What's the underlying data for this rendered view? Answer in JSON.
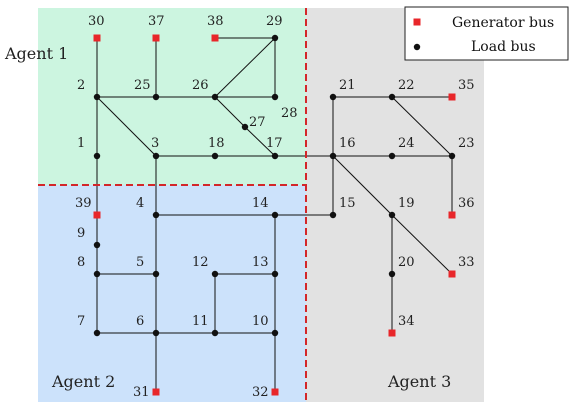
{
  "regions": [
    {
      "id": "agent1",
      "label": "Agent 1",
      "color": "#ccf5e0"
    },
    {
      "id": "agent2",
      "label": "Agent 2",
      "color": "#cce2fb"
    },
    {
      "id": "agent3",
      "label": "Agent 3",
      "color": "#e2e2e2"
    }
  ],
  "legend": [
    {
      "label": "Generator bus",
      "color": "#e8262a",
      "shape": "square"
    },
    {
      "label": "Load bus",
      "color": "#111111",
      "shape": "circle"
    }
  ],
  "buses": [
    {
      "id": "1",
      "type": "load"
    },
    {
      "id": "2",
      "type": "load"
    },
    {
      "id": "3",
      "type": "load"
    },
    {
      "id": "4",
      "type": "load"
    },
    {
      "id": "5",
      "type": "load"
    },
    {
      "id": "6",
      "type": "load"
    },
    {
      "id": "7",
      "type": "load"
    },
    {
      "id": "8",
      "type": "load"
    },
    {
      "id": "9",
      "type": "load"
    },
    {
      "id": "10",
      "type": "load"
    },
    {
      "id": "11",
      "type": "load"
    },
    {
      "id": "12",
      "type": "load"
    },
    {
      "id": "13",
      "type": "load"
    },
    {
      "id": "14",
      "type": "load"
    },
    {
      "id": "15",
      "type": "load"
    },
    {
      "id": "16",
      "type": "load"
    },
    {
      "id": "17",
      "type": "load"
    },
    {
      "id": "18",
      "type": "load"
    },
    {
      "id": "19",
      "type": "load"
    },
    {
      "id": "20",
      "type": "load"
    },
    {
      "id": "21",
      "type": "load"
    },
    {
      "id": "22",
      "type": "load"
    },
    {
      "id": "23",
      "type": "load"
    },
    {
      "id": "24",
      "type": "load"
    },
    {
      "id": "25",
      "type": "load"
    },
    {
      "id": "26",
      "type": "load"
    },
    {
      "id": "27",
      "type": "load"
    },
    {
      "id": "28",
      "type": "load"
    },
    {
      "id": "29",
      "type": "load"
    },
    {
      "id": "30",
      "type": "generator"
    },
    {
      "id": "31",
      "type": "generator"
    },
    {
      "id": "32",
      "type": "generator"
    },
    {
      "id": "33",
      "type": "generator"
    },
    {
      "id": "34",
      "type": "generator"
    },
    {
      "id": "35",
      "type": "generator"
    },
    {
      "id": "36",
      "type": "generator"
    },
    {
      "id": "37",
      "type": "generator"
    },
    {
      "id": "38",
      "type": "generator"
    },
    {
      "id": "39",
      "type": "generator"
    }
  ],
  "lines": [
    [
      "30",
      "2"
    ],
    [
      "2",
      "1"
    ],
    [
      "1",
      "39"
    ],
    [
      "39",
      "9"
    ],
    [
      "9",
      "8"
    ],
    [
      "8",
      "7"
    ],
    [
      "8",
      "5"
    ],
    [
      "7",
      "6"
    ],
    [
      "2",
      "25"
    ],
    [
      "37",
      "25"
    ],
    [
      "25",
      "26"
    ],
    [
      "38",
      "29"
    ],
    [
      "29",
      "26"
    ],
    [
      "29",
      "28"
    ],
    [
      "28",
      "26"
    ],
    [
      "26",
      "27"
    ],
    [
      "27",
      "17"
    ],
    [
      "2",
      "3"
    ],
    [
      "3",
      "18"
    ],
    [
      "18",
      "17"
    ],
    [
      "17",
      "16"
    ],
    [
      "3",
      "4"
    ],
    [
      "4",
      "14"
    ],
    [
      "14",
      "15"
    ],
    [
      "15",
      "16"
    ],
    [
      "4",
      "5"
    ],
    [
      "5",
      "6"
    ],
    [
      "6",
      "31"
    ],
    [
      "6",
      "11"
    ],
    [
      "11",
      "10"
    ],
    [
      "11",
      "12"
    ],
    [
      "12",
      "13"
    ],
    [
      "14",
      "13"
    ],
    [
      "13",
      "10"
    ],
    [
      "10",
      "32"
    ],
    [
      "16",
      "21"
    ],
    [
      "21",
      "22"
    ],
    [
      "22",
      "35"
    ],
    [
      "22",
      "23"
    ],
    [
      "16",
      "24"
    ],
    [
      "24",
      "23"
    ],
    [
      "23",
      "36"
    ],
    [
      "16",
      "19"
    ],
    [
      "19",
      "33"
    ],
    [
      "19",
      "20"
    ],
    [
      "20",
      "34"
    ]
  ],
  "colors": {
    "generator": "#e8262a",
    "load": "#111111",
    "line": "#111111",
    "boundary": "#d3272a"
  }
}
